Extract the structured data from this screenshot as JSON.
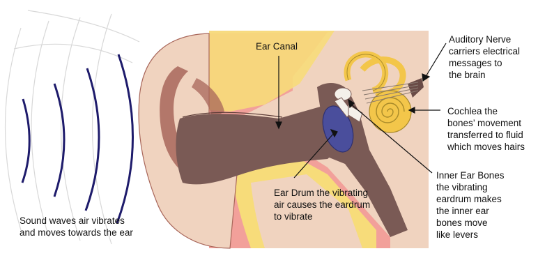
{
  "labels": {
    "sound_waves": [
      "Sound waves air vibrates",
      "and moves towards the ear"
    ],
    "ear_canal": "Ear Canal",
    "ear_drum": [
      "Ear Drum the vibrating",
      "air causes the eardrum",
      "to vibrate"
    ],
    "auditory_nerve": [
      "Auditory Nerve",
      "carriers electrical",
      "messages to",
      "the brain"
    ],
    "cochlea": [
      "Cochlea the",
      "bones’ movement",
      "transferred to fluid",
      "which moves hairs"
    ],
    "inner_ear_bones": [
      "Inner Ear Bones",
      "the vibrating",
      "eardrum makes",
      "the inner ear",
      "bones move",
      "like levers"
    ]
  },
  "colors": {
    "skin": "#f0d3bf",
    "ear_shading": "#a8665a",
    "canal_dark": "#7a5a55",
    "pink_tissue": "#f2a09a",
    "yellow_tissue": "#f7dc7a",
    "cochlea": "#f3c64a",
    "eardrum": "#4a4e9c",
    "sound_wave": "#1e1b6b",
    "faint_wave": "#d8d8d8",
    "pointer": "#111111"
  }
}
